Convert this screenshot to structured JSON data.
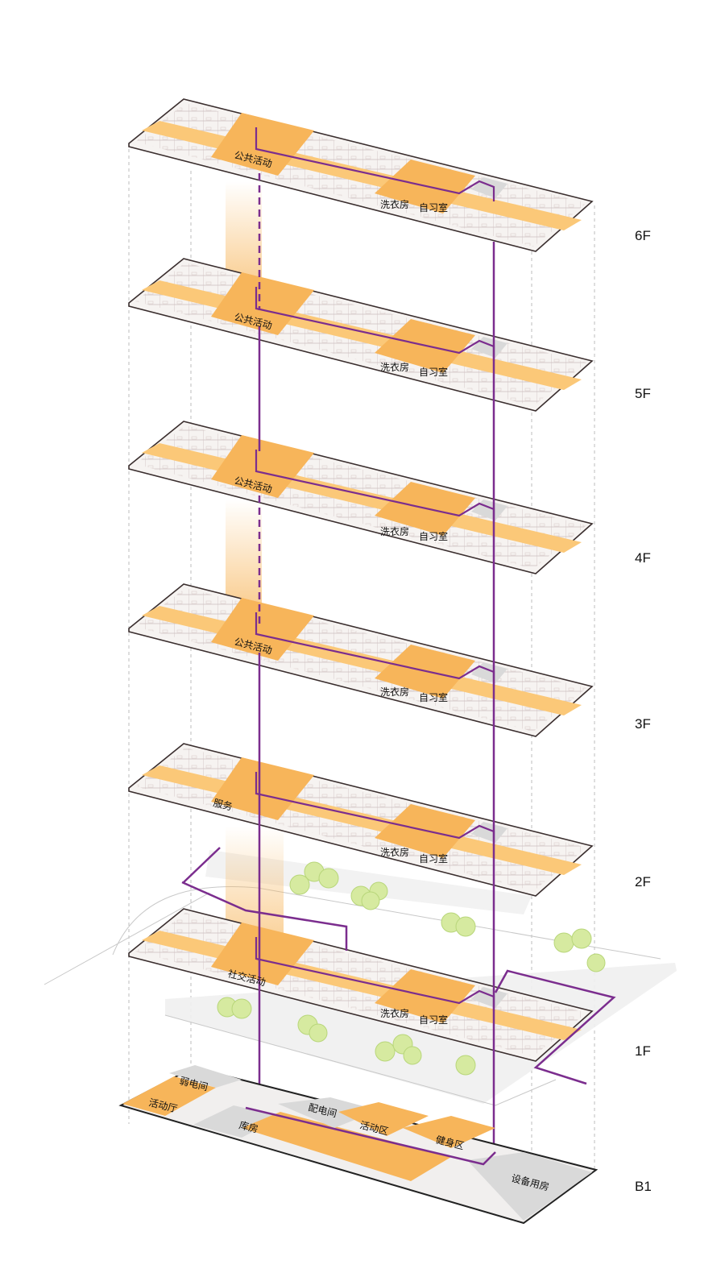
{
  "floors": [
    {
      "id": "6F",
      "label": "6F",
      "rooms": [
        {
          "key": "public",
          "text": "公共活动"
        },
        {
          "key": "laundry",
          "text": "洗衣房"
        },
        {
          "key": "study",
          "text": "自习室"
        }
      ]
    },
    {
      "id": "5F",
      "label": "5F",
      "rooms": [
        {
          "key": "public",
          "text": "公共活动"
        },
        {
          "key": "laundry",
          "text": "洗衣房"
        },
        {
          "key": "study",
          "text": "自习室"
        }
      ]
    },
    {
      "id": "4F",
      "label": "4F",
      "rooms": [
        {
          "key": "public",
          "text": "公共活动"
        },
        {
          "key": "laundry",
          "text": "洗衣房"
        },
        {
          "key": "study",
          "text": "自习室"
        }
      ]
    },
    {
      "id": "3F",
      "label": "3F",
      "rooms": [
        {
          "key": "public",
          "text": "公共活动"
        },
        {
          "key": "laundry",
          "text": "洗衣房"
        },
        {
          "key": "study",
          "text": "自习室"
        }
      ]
    },
    {
      "id": "2F",
      "label": "2F",
      "rooms": [
        {
          "key": "service",
          "text": "服务"
        },
        {
          "key": "laundry",
          "text": "洗衣房"
        },
        {
          "key": "study",
          "text": "自习室"
        }
      ]
    },
    {
      "id": "1F",
      "label": "1F",
      "rooms": [
        {
          "key": "social",
          "text": "社交活动"
        },
        {
          "key": "laundry",
          "text": "洗衣房"
        },
        {
          "key": "study",
          "text": "自习室"
        }
      ]
    }
  ],
  "basement": {
    "id": "B1",
    "label": "B1",
    "rooms": [
      {
        "key": "weak-current",
        "text": "弱电间"
      },
      {
        "key": "activity-hall",
        "text": "活动厅"
      },
      {
        "key": "distribution",
        "text": "配电间"
      },
      {
        "key": "storage",
        "text": "库房"
      },
      {
        "key": "activity-area",
        "text": "活动区"
      },
      {
        "key": "fitness",
        "text": "健身区"
      },
      {
        "key": "equipment",
        "text": "设备用房"
      }
    ]
  },
  "colors": {
    "plan_fill": "#f6f3f1",
    "plan_outline": "#3a2e2e",
    "room_grid": "#c9b9b9",
    "public_orange": "#f7b55a",
    "corridor_orange": "#fbc878",
    "circulation_purple": "#7b2d8e",
    "grey_core": "#d9d9d9",
    "tree_green": "#d6eaa0",
    "guide_dash": "#bdbdbd"
  }
}
